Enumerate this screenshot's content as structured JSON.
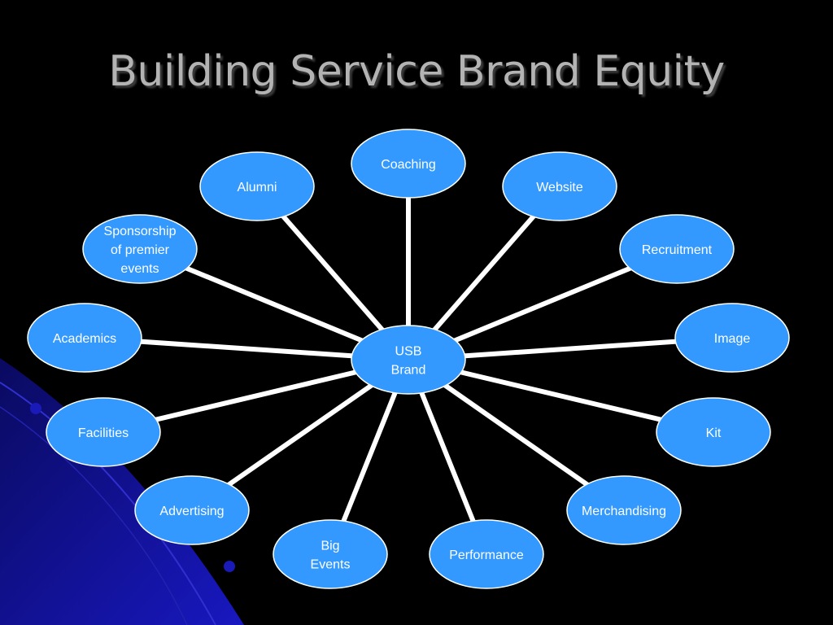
{
  "slide": {
    "title": "Building Service Brand Equity"
  },
  "colors": {
    "background": "#000000",
    "node_fill": "#3399ff",
    "node_stroke": "#ffffff",
    "connector": "#ffffff",
    "title_text": "#b3b3b3",
    "accent_swoosh": "#1010a8"
  },
  "diagram": {
    "center": {
      "label_lines": [
        "USB",
        "Brand"
      ]
    },
    "nodes": [
      {
        "id": "coaching",
        "label_lines": [
          "Coaching"
        ]
      },
      {
        "id": "website",
        "label_lines": [
          "Website"
        ]
      },
      {
        "id": "recruitment",
        "label_lines": [
          "Recruitment"
        ]
      },
      {
        "id": "image",
        "label_lines": [
          "Image"
        ]
      },
      {
        "id": "kit",
        "label_lines": [
          "Kit"
        ]
      },
      {
        "id": "merchandising",
        "label_lines": [
          "Merchandising"
        ]
      },
      {
        "id": "performance",
        "label_lines": [
          "Performance"
        ]
      },
      {
        "id": "big-events",
        "label_lines": [
          "Big",
          "Events"
        ]
      },
      {
        "id": "advertising",
        "label_lines": [
          "Advertising"
        ]
      },
      {
        "id": "facilities",
        "label_lines": [
          "Facilities"
        ]
      },
      {
        "id": "academics",
        "label_lines": [
          "Academics"
        ]
      },
      {
        "id": "sponsorship",
        "label_lines": [
          "Sponsorship",
          "of premier",
          "events"
        ]
      },
      {
        "id": "alumni",
        "label_lines": [
          "Alumni"
        ]
      }
    ]
  }
}
